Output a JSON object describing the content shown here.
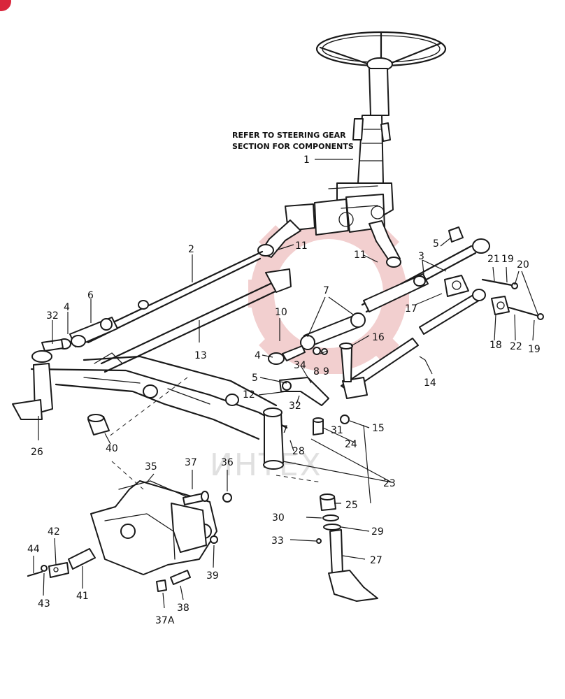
{
  "diagram": {
    "note_lines": [
      "REFER TO STEERING GEAR",
      "SECTION FOR COMPONENTS"
    ],
    "watermark_text": "ИНТЕХ",
    "callouts": [
      "1",
      "2",
      "3",
      "4",
      "5",
      "6",
      "7",
      "8",
      "9",
      "10",
      "11",
      "12",
      "13",
      "14",
      "15",
      "16",
      "17",
      "18",
      "19",
      "20",
      "21",
      "22",
      "23",
      "24",
      "25",
      "26",
      "27",
      "28",
      "29",
      "30",
      "31",
      "32",
      "33",
      "34",
      "35",
      "36",
      "37",
      "37A",
      "38",
      "39",
      "40",
      "41",
      "42",
      "43",
      "44"
    ],
    "colors": {
      "line": "#1a1a1a",
      "watermark": "#e8b0b0",
      "badge": "#d9263c"
    }
  }
}
